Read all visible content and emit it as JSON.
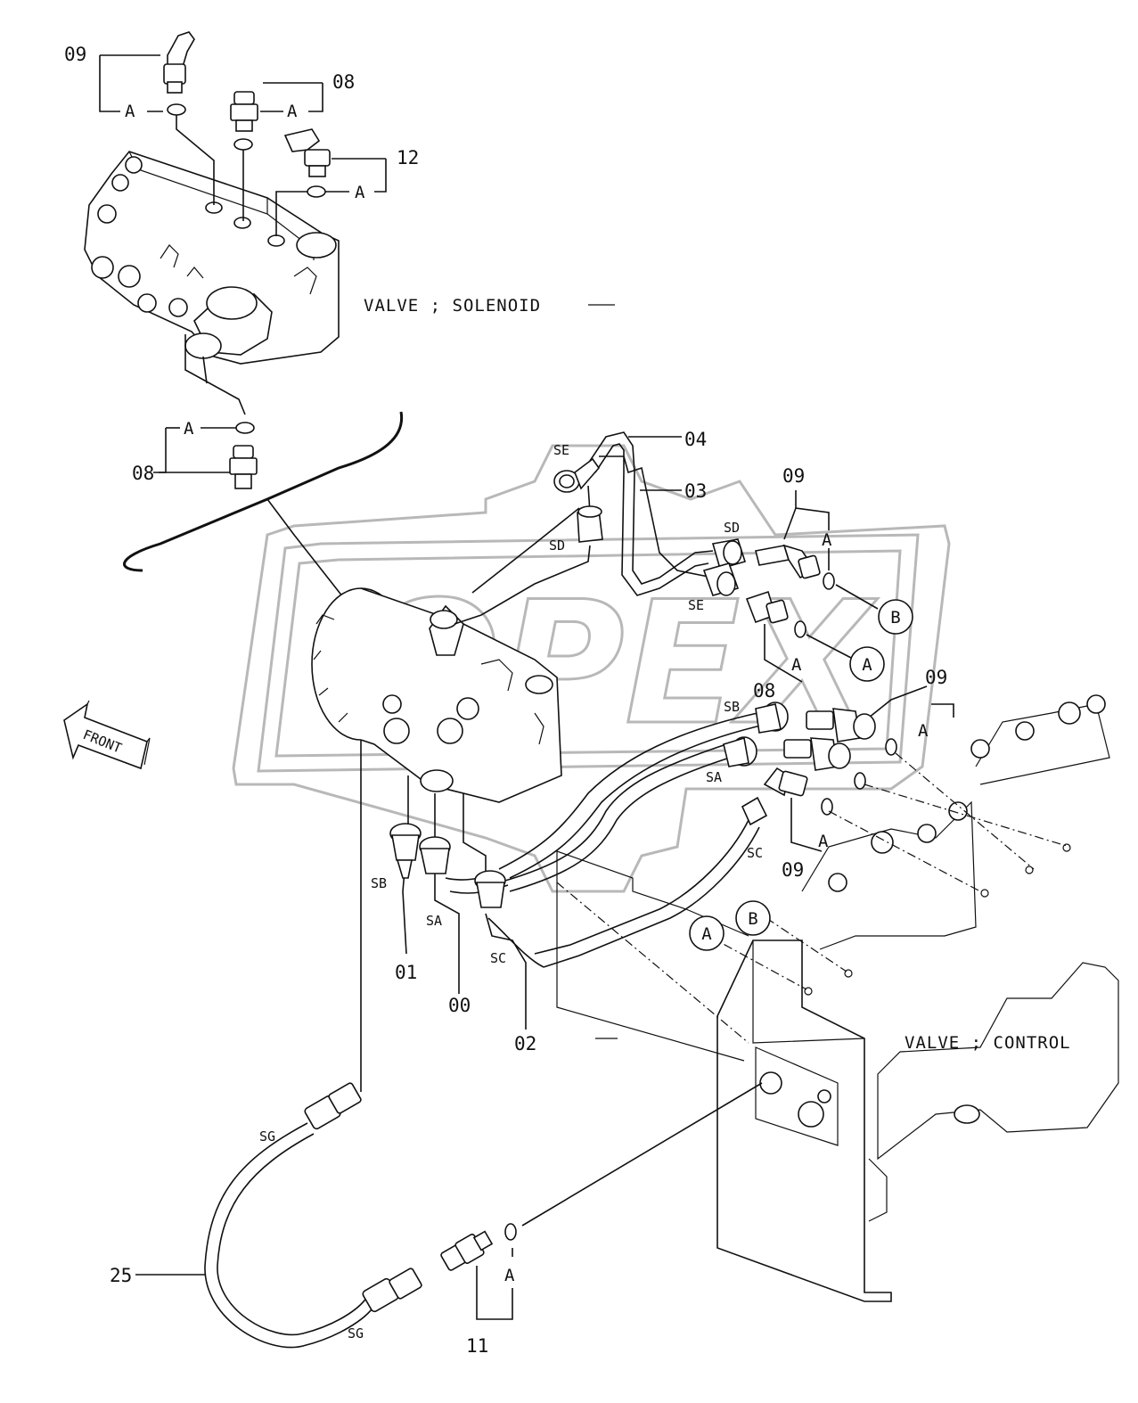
{
  "diagram": {
    "labels": {
      "solenoid_valve": "VALVE ; SOLENOID",
      "control_valve": "VALVE ; CONTROL",
      "front": "FRONT",
      "watermark": "OPEX"
    },
    "part_numbers": {
      "p09_top": "09",
      "p08_top": "08",
      "p12": "12",
      "p08_left": "08",
      "p04": "04",
      "p03": "03",
      "p09_right_top": "09",
      "p09_right_mid": "09",
      "p08_mid": "08",
      "p09_bottom": "09",
      "p01": "01",
      "p00": "00",
      "p02": "02",
      "p25": "25",
      "p11": "11"
    },
    "ports": {
      "se_top": "SE",
      "sd_top": "SD",
      "sd_right": "SD",
      "se_right": "SE",
      "sb_right": "SB",
      "sa_right": "SA",
      "sc_right": "SC",
      "sb_bottom": "SB",
      "sa_bottom": "SA",
      "sc_bottom": "SC",
      "sg_top": "SG",
      "sg_bottom": "SG"
    },
    "markers": {
      "a": "A",
      "b": "B"
    }
  }
}
